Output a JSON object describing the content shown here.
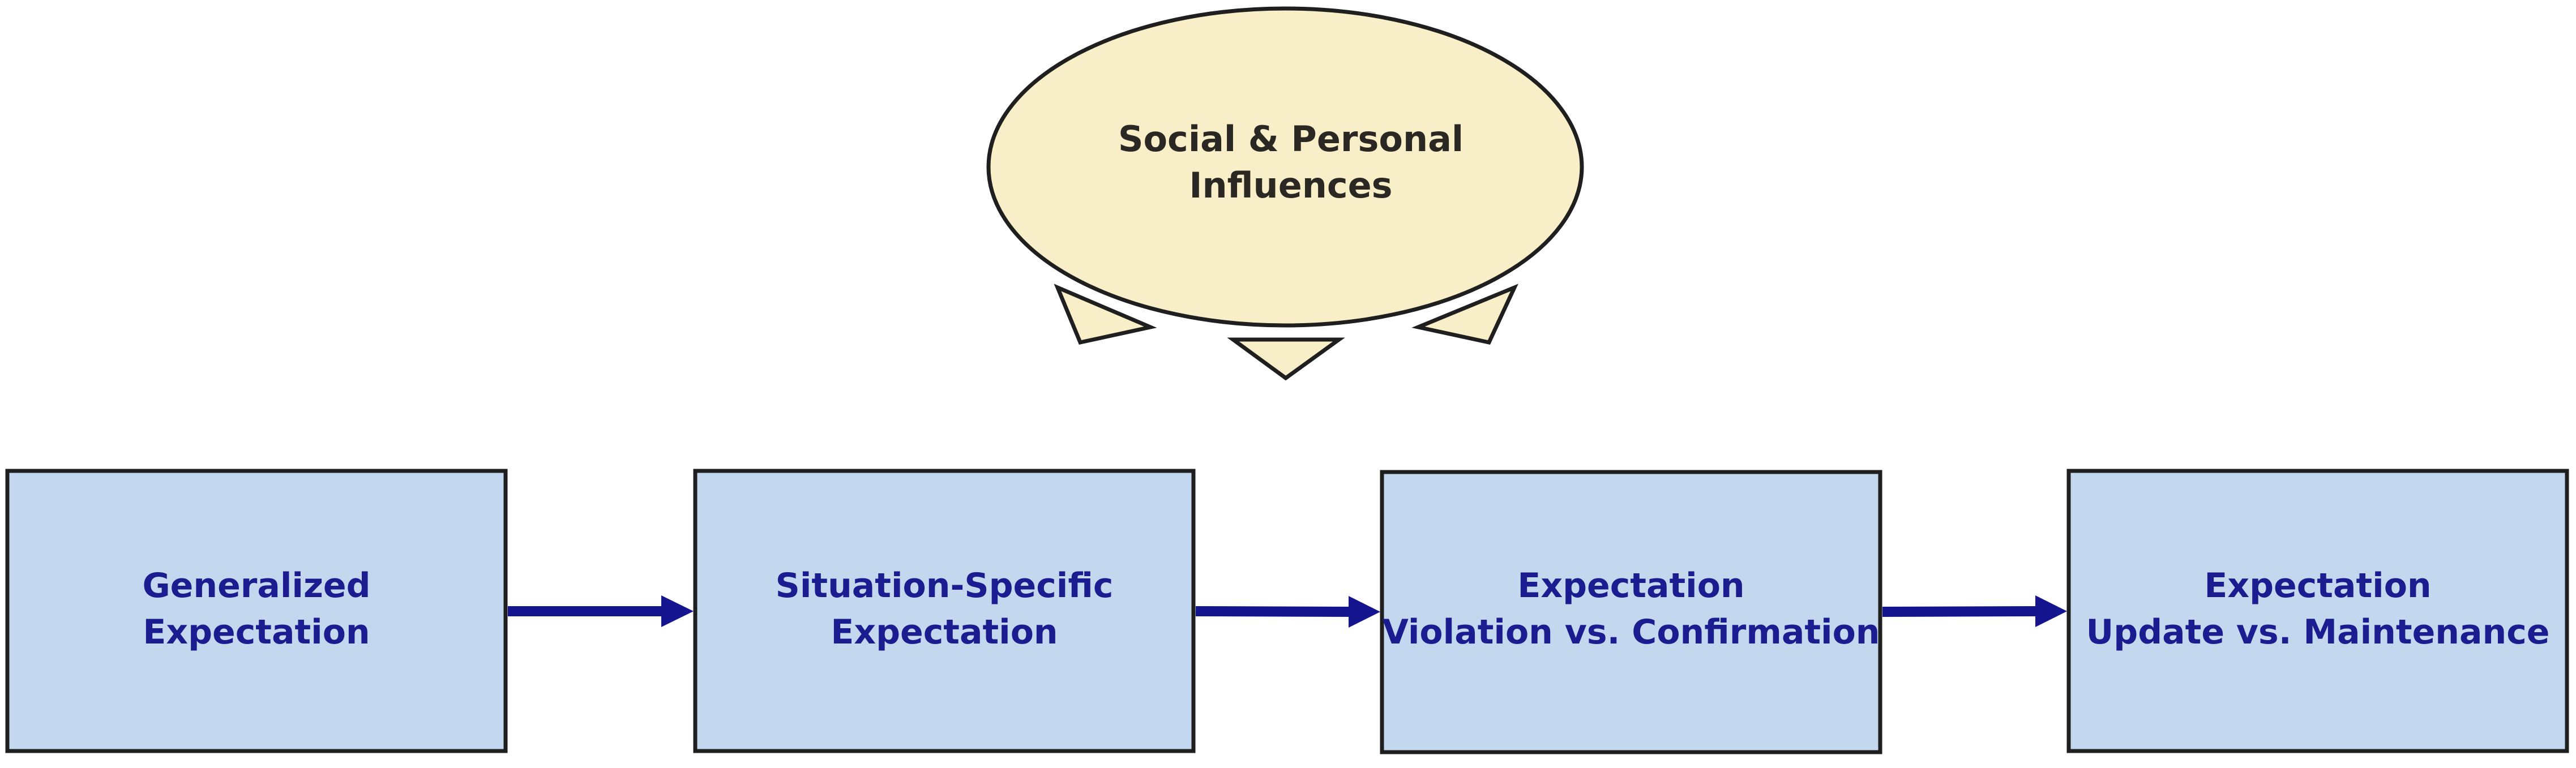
{
  "influences": {
    "line1": "Social & Personal",
    "line2": "Influences"
  },
  "boxes": [
    {
      "line1": "Generalized",
      "line2": "Expectation"
    },
    {
      "line1": "Situation-Specific",
      "line2": "Expectation"
    },
    {
      "line1": "Expectation",
      "line2": "Violation vs. Confirmation"
    },
    {
      "line1": "Expectation",
      "line2": "Update vs. Maintenance"
    }
  ],
  "colors": {
    "ellipse_fill": "#f8efc8",
    "box_fill": "#c3d7ee",
    "arrow": "#15158f",
    "box_text": "#1a1c8f",
    "ellipse_text": "#2b2723",
    "stroke": "#1f1f1f"
  }
}
